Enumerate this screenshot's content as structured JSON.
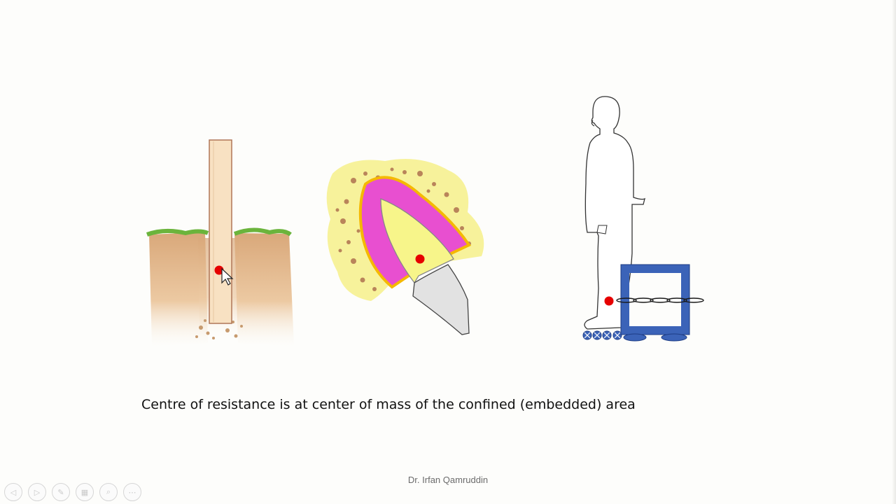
{
  "slide": {
    "caption": "Centre of resistance is at center of mass of the confined (embedded) area",
    "footer": "Dr. Irfan Qamruddin"
  },
  "illustrations": [
    {
      "name": "post-in-ground"
    },
    {
      "name": "tooth-in-bone"
    },
    {
      "name": "person-on-roller-skates"
    }
  ],
  "marker_color": "#e60000",
  "player_controls": [
    {
      "name": "previous-slide",
      "icon": "left-arrow-icon",
      "glyph": "◁"
    },
    {
      "name": "next-slide",
      "icon": "right-arrow-icon",
      "glyph": "▷"
    },
    {
      "name": "pen-tool",
      "icon": "pen-icon",
      "glyph": "✎"
    },
    {
      "name": "slide-sorter",
      "icon": "grid-icon",
      "glyph": "▦"
    },
    {
      "name": "zoom",
      "icon": "magnifier-icon",
      "glyph": "⌕"
    },
    {
      "name": "more-options",
      "icon": "more-icon",
      "glyph": "⋯"
    }
  ]
}
